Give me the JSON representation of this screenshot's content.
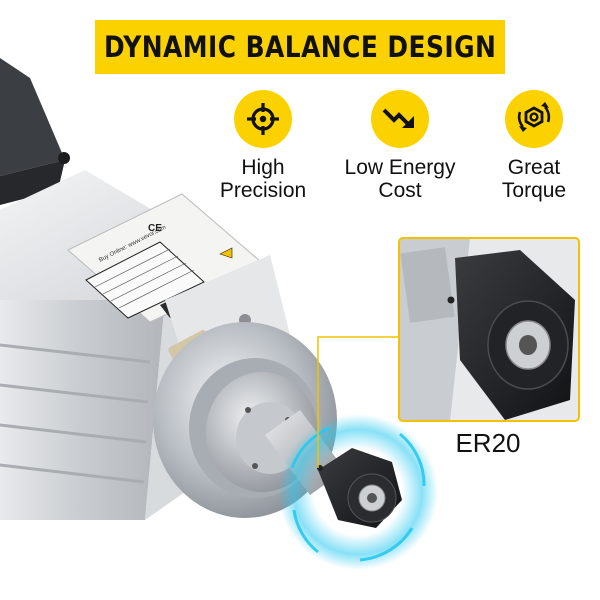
{
  "banner": {
    "title": "DYNAMIC BALANCE DESIGN"
  },
  "features": [
    {
      "icon": "crosshair-target-icon",
      "label": "High\nPrecision"
    },
    {
      "icon": "lightning-down-arrow-icon",
      "label": "Low Energy\nCost"
    },
    {
      "icon": "hexagon-nut-rotate-icon",
      "label": "Great\nTorque"
    }
  ],
  "nameplate": {
    "brand_line": "Buy Online: www.vevor.com",
    "ce_mark": "CE"
  },
  "inset": {
    "caption": "ER20"
  },
  "colors": {
    "accent_yellow": "#fbd200",
    "glow_cyan": "#28c8f0",
    "collet_black": "#1a1a1a"
  }
}
